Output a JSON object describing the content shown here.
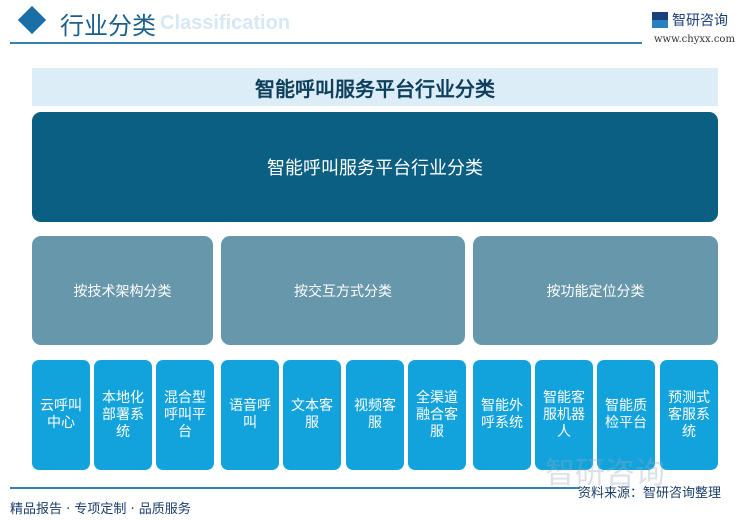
{
  "header": {
    "title": "行业分类",
    "title_en": "Classification",
    "logo_text": "智研咨询",
    "url": "www.chyxx.com"
  },
  "diagram": {
    "title": "智能呼叫服务平台行业分类",
    "root": "智能呼叫服务平台行业分类",
    "groups": [
      {
        "label": "按技术架构分类",
        "items": [
          "云呼叫中心",
          "本地化部署系统",
          "混合型呼叫平台"
        ]
      },
      {
        "label": "按交互方式分类",
        "items": [
          "语音呼叫",
          "文本客服",
          "视频客服",
          "全渠道融合客服"
        ]
      },
      {
        "label": "按功能定位分类",
        "items": [
          "智能外呼系统",
          "智能客服机器人",
          "智能质检平台",
          "预测式客服系统"
        ]
      }
    ]
  },
  "footer": {
    "slogan": "精品报告 · 专项定制 · 品质服务",
    "source": "资料来源：智研咨询整理",
    "watermark": "智研咨询"
  },
  "colors": {
    "root": "#0b5f82",
    "mid": "#6797ab",
    "leaf": "#12a3dc",
    "title_bar": "#dcedf8"
  }
}
